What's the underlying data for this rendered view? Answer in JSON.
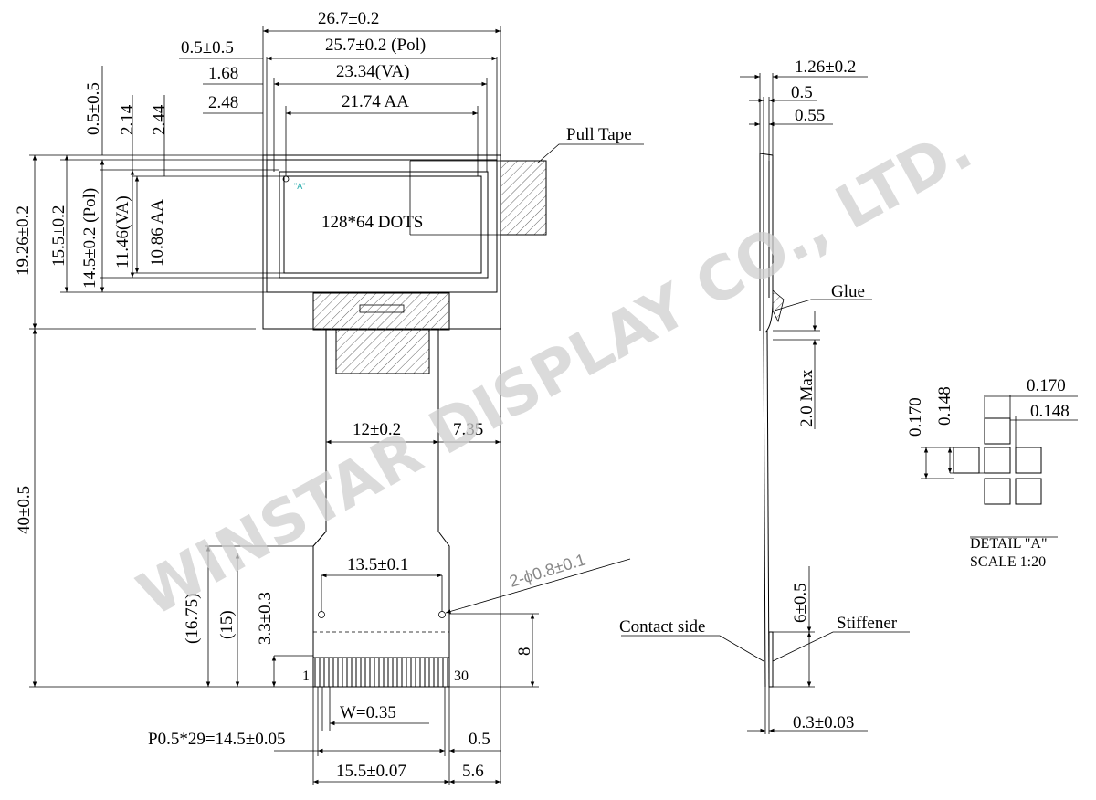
{
  "watermark": "WINSTAR DISPLAY CO., LTD.",
  "front_view": {
    "dim_overall_width": "26.7±0.2",
    "dim_pol_width": "25.7±0.2 (Pol)",
    "dim_va_width": "23.34(VA)",
    "dim_aa_width": "21.74 AA",
    "dim_left_offset_1": "0.5±0.5",
    "dim_left_offset_2": "1.68",
    "dim_left_offset_3": "2.48",
    "dim_top_offset_1": "0.5±0.5",
    "dim_top_offset_2": "2.14",
    "dim_top_offset_3": "2.44",
    "dim_overall_height": "19.26±0.2",
    "dim_pol_height_1": "15.5±0.2",
    "dim_pol_height_2": "14.5±0.2 (Pol)",
    "dim_va_height": "11.46(VA)",
    "dim_aa_height": "10.86 AA",
    "dots_label": "128*64 DOTS",
    "detail_marker": "\"A\"",
    "pull_tape_label": "Pull Tape",
    "fpc_width": "12±0.2",
    "fpc_offset": "7.35",
    "fpc_length": "40±0.5",
    "dim_16_75": "(16.75)",
    "dim_15": "(15)",
    "dim_3_3": "3.3±0.3",
    "hole_pitch": "13.5±0.1",
    "hole_spec": "2-ϕ0.8±0.1",
    "stiffener_len": "8",
    "pin_first": "1",
    "pin_last": "30",
    "pin_width": "W=0.35",
    "pin_pitch": "P0.5*29=14.5±0.05",
    "pin_edge": "0.5",
    "tail_width": "15.5±0.07",
    "tail_edge": "5.6"
  },
  "side_view": {
    "thickness": "1.26±0.2",
    "dim_0_5": "0.5",
    "dim_0_55": "0.55",
    "glue_label": "Glue",
    "max_label": "2.0 Max",
    "stiffener_len": "6±0.5",
    "contact_label": "Contact side",
    "stiffener_label": "Stiffener",
    "fpc_thickness": "0.3±0.03"
  },
  "detail": {
    "dim_h_outer": "0.170",
    "dim_h_inner": "0.148",
    "dim_v_outer": "0.170",
    "dim_v_inner": "0.148",
    "title": "DETAIL \"A\"",
    "scale": "SCALE 1:20"
  }
}
